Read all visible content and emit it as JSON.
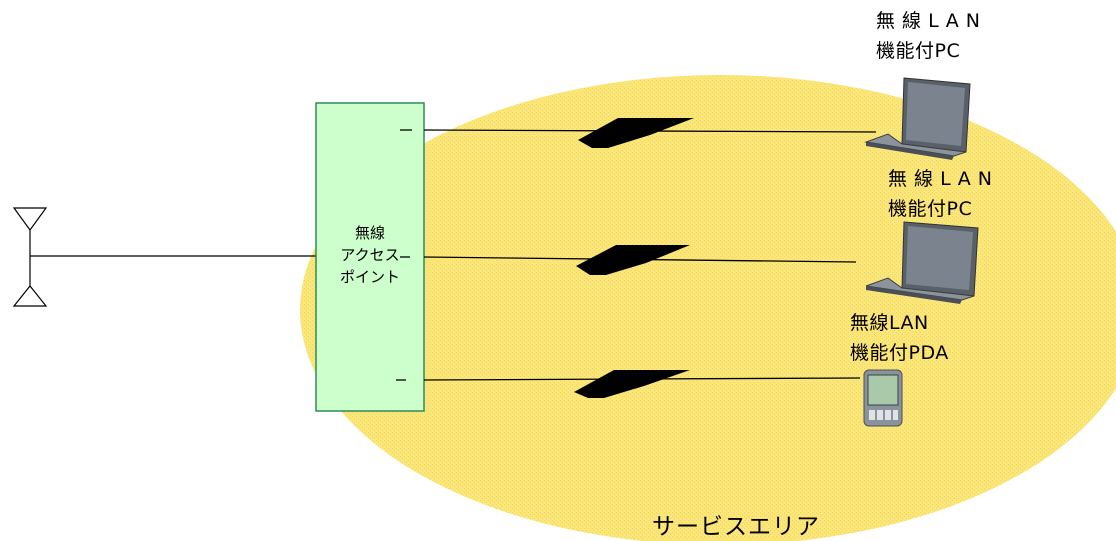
{
  "title": "",
  "colors": {
    "service_area": "#fce980",
    "access_point": "#ccffcc",
    "access_point_border": "#2e8b57",
    "signal": "#000000",
    "laptop": "#6f7780",
    "pda": "#8a929c"
  },
  "access_point": {
    "lines": [
      "無線",
      "アクセス",
      "ポイント"
    ]
  },
  "devices": [
    {
      "name": "laptop-1",
      "icon": "laptop-icon",
      "lines": [
        "無 線 L A N",
        "機能付PC"
      ]
    },
    {
      "name": "laptop-2",
      "icon": "laptop-icon",
      "lines": [
        "無 線 L A N",
        "機能付PC"
      ]
    },
    {
      "name": "pda",
      "icon": "pda-icon",
      "lines": [
        "無線LAN",
        "機能付PDA"
      ]
    }
  ],
  "service_area_label": "サービスエリア",
  "icons": {
    "antenna": "antenna-icon",
    "lightning": "lightning-bolt-icon"
  }
}
